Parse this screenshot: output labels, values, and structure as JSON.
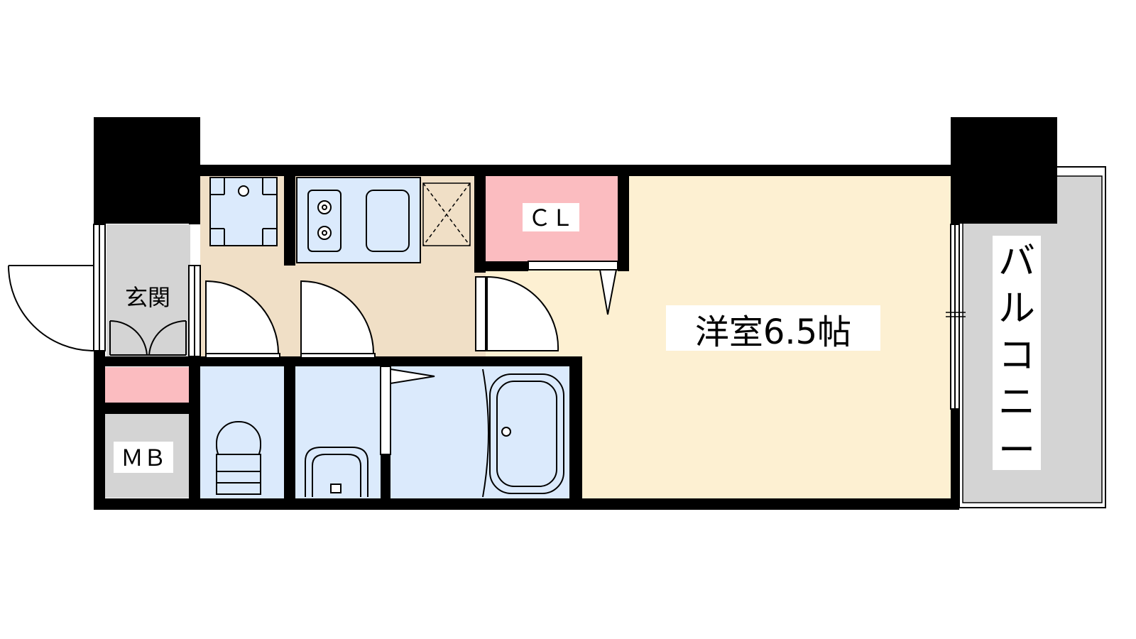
{
  "labels": {
    "genkan": "玄関",
    "mb": "ＭＢ",
    "cl": "ＣＬ",
    "room": "洋室6.5帖",
    "balcony": [
      "バ",
      "ル",
      "コ",
      "ニ",
      "ー"
    ]
  },
  "colors": {
    "wall": "#000000",
    "kitchen_floor": "#f0dfc6",
    "room_floor": "#fdf0d2",
    "water_area": "#dbeafc",
    "closet": "#fbbcc0",
    "utility": "#d4d4d4",
    "balcony": "#d4d4d4"
  }
}
